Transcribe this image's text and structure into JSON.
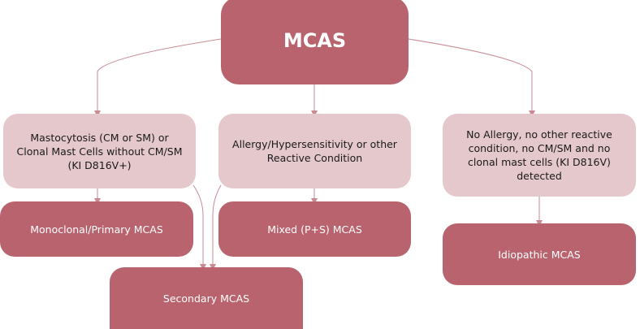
{
  "nodes": {
    "root": {
      "label": "MCAS"
    },
    "clonal_condition": {
      "label": "Mastocytosis (CM or SM) or Clonal Mast Cells without CM/SM (KI D816V+)"
    },
    "allergy_condition": {
      "label": "Allergy/Hypersensitivity or other Reactive Condition"
    },
    "no_allergy_condition": {
      "label": "No Allergy, no other reactive condition, no CM/SM and no clonal mast cells (KI D816V) detected"
    },
    "monoclonal": {
      "label": "Monoclonal/Primary MCAS"
    },
    "mixed": {
      "label": "Mixed (P+S) MCAS"
    },
    "idiopathic": {
      "label": "Idiopathic MCAS"
    },
    "secondary": {
      "label": "Secondary MCAS"
    }
  },
  "colors": {
    "dark_box": "#b9636e",
    "light_box": "#e4c8cc",
    "connector": "#c98a93"
  }
}
